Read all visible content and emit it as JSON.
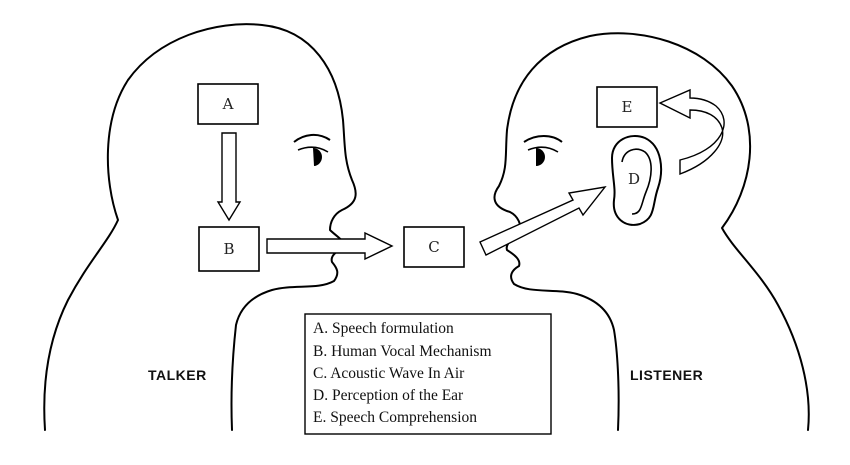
{
  "diagram": {
    "boxes": {
      "a": "A",
      "b": "B",
      "c": "C",
      "d": "D",
      "e": "E"
    },
    "talker_label": "TALKER",
    "listener_label": "LISTENER",
    "legend": [
      "A.  Speech formulation",
      "B.  Human Vocal Mechanism",
      "C.  Acoustic Wave In Air",
      "D.  Perception of the Ear",
      "E.  Speech Comprehension"
    ]
  }
}
